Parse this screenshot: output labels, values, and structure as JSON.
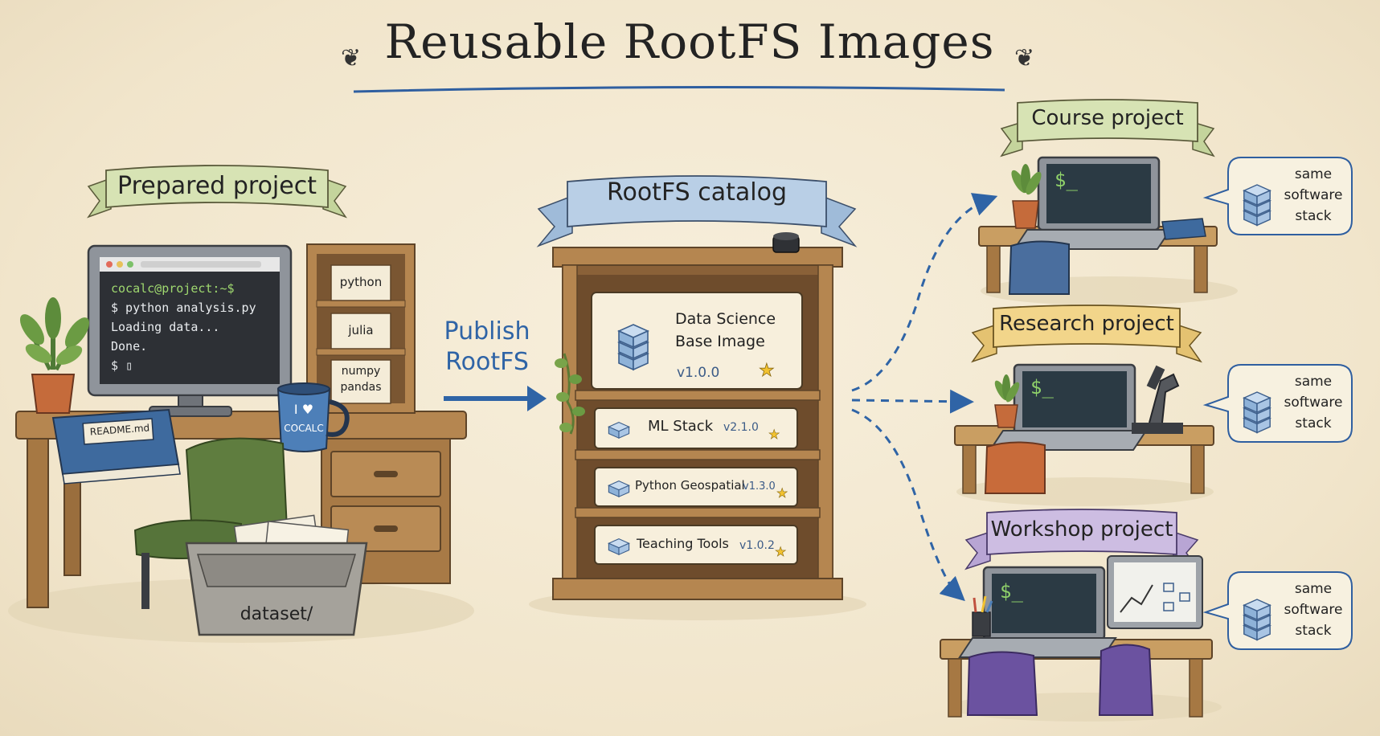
{
  "title": "Reusable RootFS Images",
  "prepared": {
    "ribbon": "Prepared project",
    "terminal": [
      "cocalc@project:~$",
      "$ python analysis.py",
      "Loading data...",
      "Done.",
      "$ ▯"
    ],
    "shelf_jars": [
      "python",
      "julia",
      "numpy",
      "pandas"
    ],
    "book_label": "README.md",
    "mug_text_top": "I ♥",
    "mug_text_bottom": "COCALC",
    "box_label": "dataset/"
  },
  "arrow_label": [
    "Publish",
    "RootFS"
  ],
  "catalog": {
    "ribbon": "RootFS catalog",
    "images": [
      {
        "name_line1": "Data Science",
        "name_line2": "Base Image",
        "version": "v1.0.0"
      },
      {
        "name": "ML Stack",
        "version": "v2.1.0"
      },
      {
        "name": "Python Geospatial",
        "version": "v1.3.0"
      },
      {
        "name": "Teaching Tools",
        "version": "v1.0.2"
      }
    ]
  },
  "targets": [
    {
      "ribbon": "Course project",
      "bubble": [
        "same",
        "software",
        "stack"
      ],
      "prompt": "$_"
    },
    {
      "ribbon": "Research project",
      "bubble": [
        "same",
        "software",
        "stack"
      ],
      "prompt": "$_"
    },
    {
      "ribbon": "Workshop project",
      "bubble": [
        "same",
        "software",
        "stack"
      ],
      "prompt": "$_"
    }
  ],
  "colors": {
    "title_underline": "#2f5fa0",
    "ribbon_green": "#d7e3b4",
    "ribbon_blue": "#b9cfe6",
    "ribbon_yellow": "#f2d58a",
    "ribbon_purple": "#cdbde2",
    "wood": "#b58650",
    "arrow": "#2f64a6",
    "star": "#f2c230"
  }
}
